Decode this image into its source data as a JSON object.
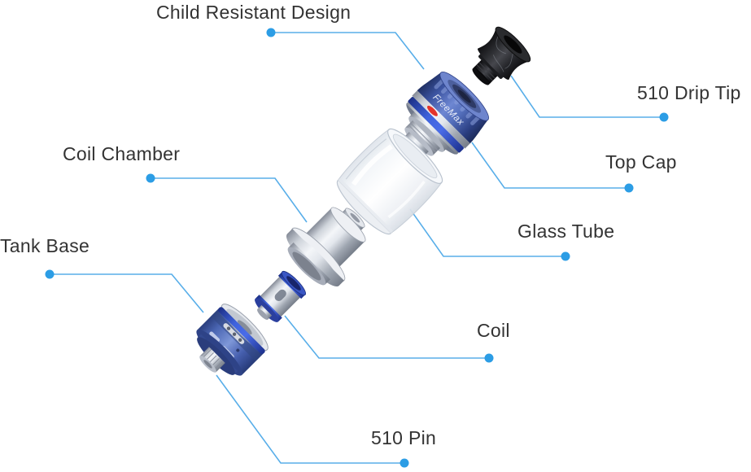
{
  "diagram": {
    "background_color": "#ffffff",
    "line_color": "#58aee9",
    "dot_color": "#2c9de5",
    "label_text_color": "#333333",
    "brand_text": "FreeMax",
    "labels": {
      "child_resistant": "Child Resistant Design",
      "drip_tip": "510 Drip Tip",
      "top_cap": "Top Cap",
      "glass_tube": "Glass Tube",
      "coil_chamber": "Coil Chamber",
      "coil": "Coil",
      "tank_base": "Tank Base",
      "pin_510": "510 Pin"
    },
    "parts": {
      "drip_tip": "510 Drip Tip",
      "top_cap": "Top Cap",
      "glass_tube": "Glass Tube",
      "coil_chamber": "Coil Chamber",
      "coil": "Coil",
      "tank_base": "Tank Base"
    }
  }
}
